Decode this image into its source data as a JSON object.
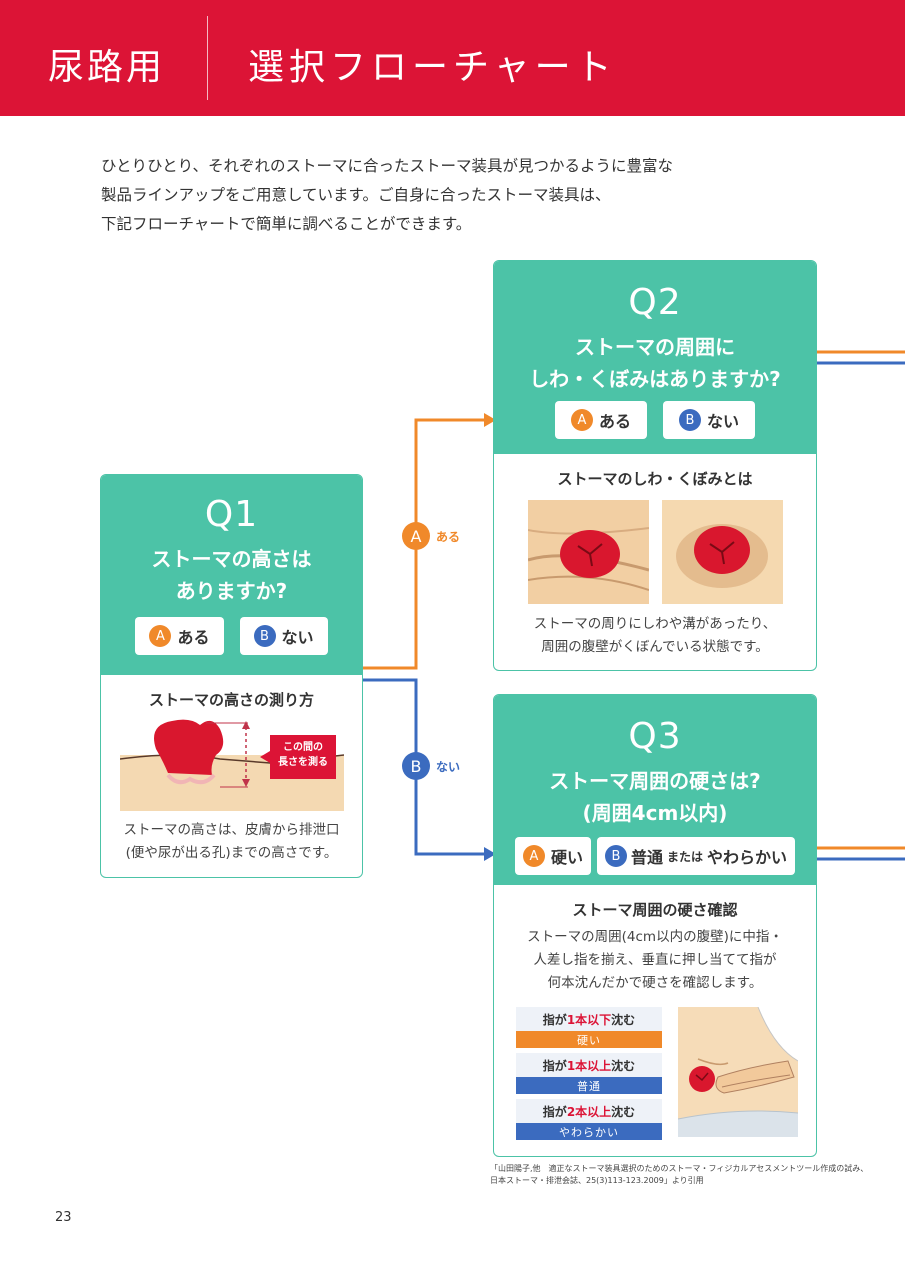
{
  "header": {
    "category": "尿路用",
    "title": "選択フローチャート",
    "color": "#dc1436"
  },
  "intro": [
    "ひとりひとり、それぞれのストーマに合ったストーマ装具が見つかるように豊富な",
    "製品ラインアップをご用意しています。ご自身に合ったストーマ装具は、",
    "下記フローチャートで簡単に調べることができます。"
  ],
  "colors": {
    "card": "#4cc3a7",
    "answer_a": "#f0892a",
    "answer_b": "#3b6bbf"
  },
  "q1": {
    "label": "Q1",
    "text": [
      "ストーマの高さは",
      "ありますか?"
    ],
    "a_letter": "A",
    "a_label": "ある",
    "b_letter": "B",
    "b_label": "ない",
    "sub_title": "ストーマの高さの測り方",
    "callout": [
      "この間の",
      "長さを測る"
    ],
    "desc": [
      "ストーマの高さは、皮膚から排泄口",
      "(便や尿が出る孔)までの高さです。"
    ]
  },
  "branch": {
    "a_letter": "A",
    "a_label": "ある",
    "b_letter": "B",
    "b_label": "ない"
  },
  "q2": {
    "label": "Q2",
    "text": [
      "ストーマの周囲に",
      "しわ・くぼみはありますか?"
    ],
    "a_letter": "A",
    "a_label": "ある",
    "b_letter": "B",
    "b_label": "ない",
    "sub_title": "ストーマのしわ・くぼみとは",
    "desc": [
      "ストーマの周りにしわや溝があったり、",
      "周囲の腹壁がくぼんでいる状態です。"
    ]
  },
  "q3": {
    "label": "Q3",
    "text": [
      "ストーマ周囲の硬さは?",
      "(周囲4cm以内)"
    ],
    "a_letter": "A",
    "a_label": "硬い",
    "b_letter": "B",
    "b_label_1": "普通",
    "b_label_small": "または",
    "b_label_2": "やわらかい",
    "sub_title": "ストーマ周囲の硬さ確認",
    "desc": [
      "ストーマの周囲(4cm以内の腹壁)に中指・",
      "人差し指を揃え、垂直に押し当てて指が",
      "何本沈んだかで硬さを確認します。"
    ],
    "rows": [
      {
        "pre": "指が",
        "num": "1本以下",
        "post": "沈む",
        "result": "硬い",
        "color": "#f0892a"
      },
      {
        "pre": "指が",
        "num": "1本以上",
        "post": "沈む",
        "result": "普通",
        "color": "#3b6bbf"
      },
      {
        "pre": "指が",
        "num": "2本以上",
        "post": "沈む",
        "result": "やわらかい",
        "color": "#3b6bbf"
      }
    ]
  },
  "footnote": [
    "「山田陽子,他　適正なストーマ装具選択のためのストーマ・フィジカルアセスメントツール作成の試み、",
    "日本ストーマ・排泄会誌、25(3)113-123.2009」より引用"
  ],
  "page_number": "23"
}
